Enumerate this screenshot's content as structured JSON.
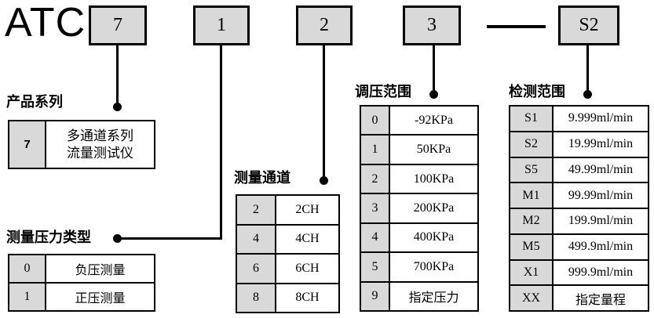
{
  "model": {
    "prefix": "ATC",
    "digits": [
      "7",
      "1",
      "2",
      "3",
      "S2"
    ],
    "separator": "-"
  },
  "sections": [
    {
      "title": "产品系列",
      "rows": [
        {
          "key": "7",
          "value_lines": [
            "多通道系列",
            "流量测试仪"
          ]
        }
      ]
    },
    {
      "title": "测量压力类型",
      "rows": [
        {
          "key": "0",
          "value": "负压测量"
        },
        {
          "key": "1",
          "value": "正压测量"
        }
      ]
    },
    {
      "title": "测量通道",
      "rows": [
        {
          "key": "2",
          "value": "2CH"
        },
        {
          "key": "4",
          "value": "4CH"
        },
        {
          "key": "6",
          "value": "6CH"
        },
        {
          "key": "8",
          "value": "8CH"
        }
      ]
    },
    {
      "title": "调压范围",
      "rows": [
        {
          "key": "0",
          "value": "-92KPa"
        },
        {
          "key": "1",
          "value": "50KPa"
        },
        {
          "key": "2",
          "value": "100KPa"
        },
        {
          "key": "3",
          "value": "200KPa"
        },
        {
          "key": "4",
          "value": "400KPa"
        },
        {
          "key": "5",
          "value": "700KPa"
        },
        {
          "key": "9",
          "value": "指定压力"
        }
      ]
    },
    {
      "title": "检测范围",
      "rows": [
        {
          "key": "S1",
          "value": "9.999ml/min"
        },
        {
          "key": "S2",
          "value": "19.99ml/min"
        },
        {
          "key": "S5",
          "value": "49.99ml/min"
        },
        {
          "key": "M1",
          "value": "99.99ml/min"
        },
        {
          "key": "M2",
          "value": "199.9ml/min"
        },
        {
          "key": "M5",
          "value": "499.9ml/min"
        },
        {
          "key": "X1",
          "value": "999.9ml/min"
        },
        {
          "key": "XX",
          "value": "指定量程"
        }
      ]
    }
  ],
  "colors": {
    "box_fill": "#d9d9d9",
    "key_fill": "#d9d9d9",
    "line": "#000000",
    "background": "#ffffff"
  }
}
